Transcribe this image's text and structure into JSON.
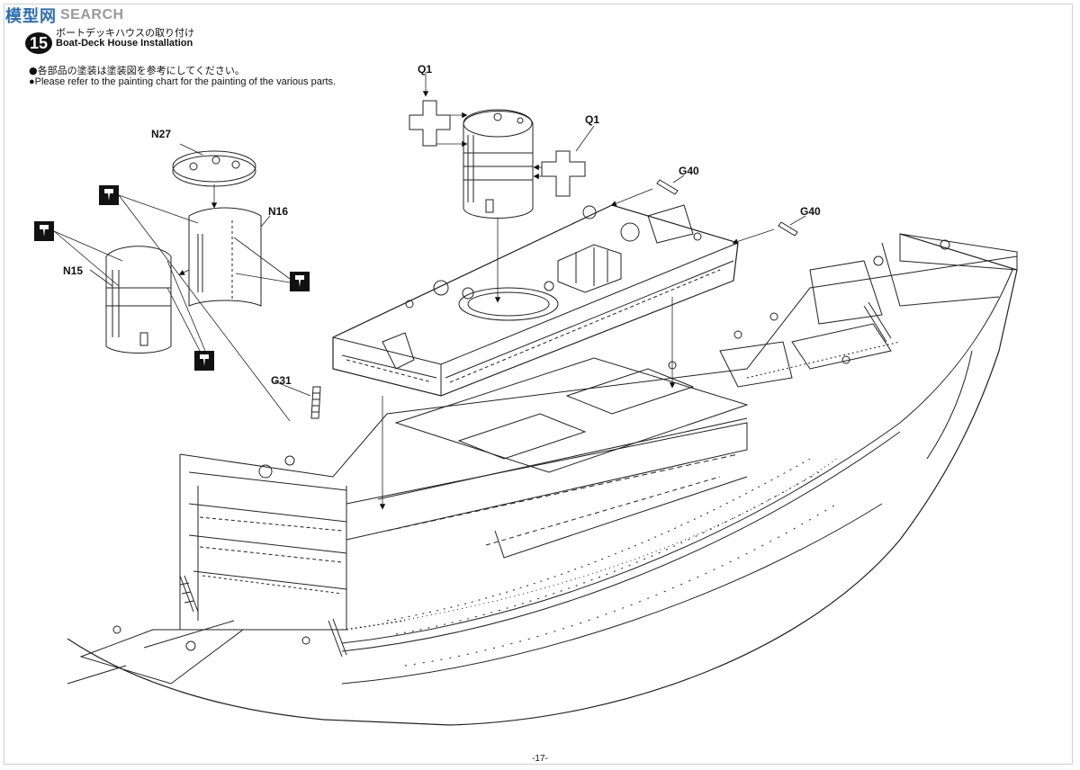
{
  "watermark": {
    "cn": "模型网",
    "en": "SEARCH"
  },
  "step": {
    "number": "15",
    "title_jp": "ボートデッキハウスの取り付け",
    "title_en": "Boat-Deck House Installation"
  },
  "notes": {
    "jp": "●各部品の塗装は塗装図を参考にしてください。",
    "en": "●Please refer to the painting chart for the painting of the various parts."
  },
  "parts": {
    "q1_top": "Q1",
    "q1_right": "Q1",
    "n27": "N27",
    "n16": "N16",
    "n15": "N15",
    "g40_a": "G40",
    "g40_b": "G40",
    "g31": "G31"
  },
  "icons": {
    "cement": "cement-icon"
  },
  "page": {
    "number": "-17-"
  }
}
